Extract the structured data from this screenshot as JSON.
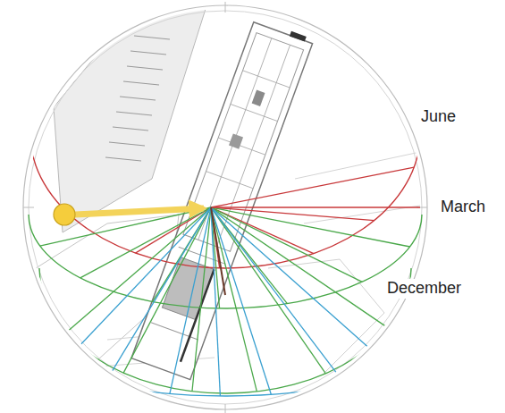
{
  "diagram": {
    "labels": [
      "June",
      "March",
      "December"
    ]
  }
}
